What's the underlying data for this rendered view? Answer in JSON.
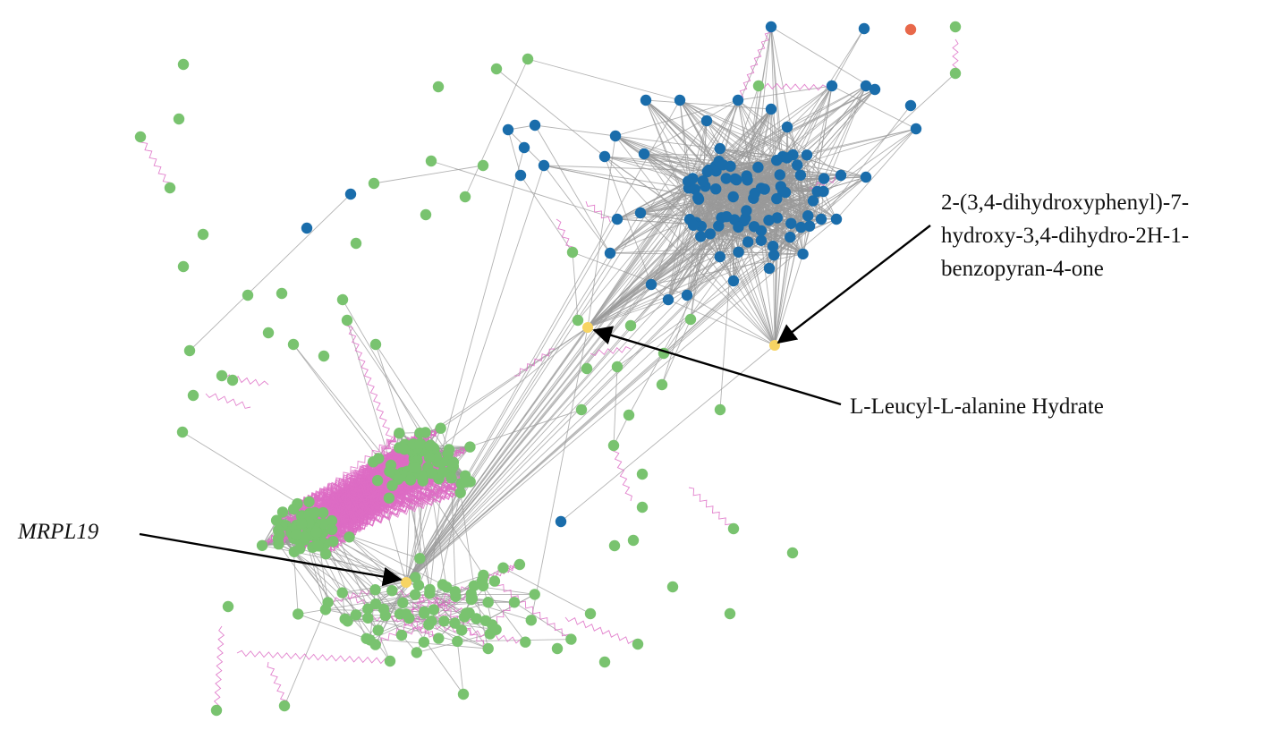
{
  "annotations": {
    "flavanone": {
      "lines": [
        "2-(3,4-dihydroxyphenyl)-7-",
        "hydroxy-3,4-dihydro-2H-1-",
        "benzopyran-4-one"
      ]
    },
    "leucyl": {
      "text": "L-Leucyl-L-alanine Hydrate"
    },
    "gene": {
      "text": "MRPL19"
    }
  },
  "colors": {
    "gene_node": "#79c36f",
    "metabolite_node": "#1a6dab",
    "highlight_node": "#f7d463",
    "outlier_node": "#e8684a",
    "association_edge": "#9a9a9a",
    "interaction_edge": "#dd6cc4",
    "arrow": "#000000"
  }
}
